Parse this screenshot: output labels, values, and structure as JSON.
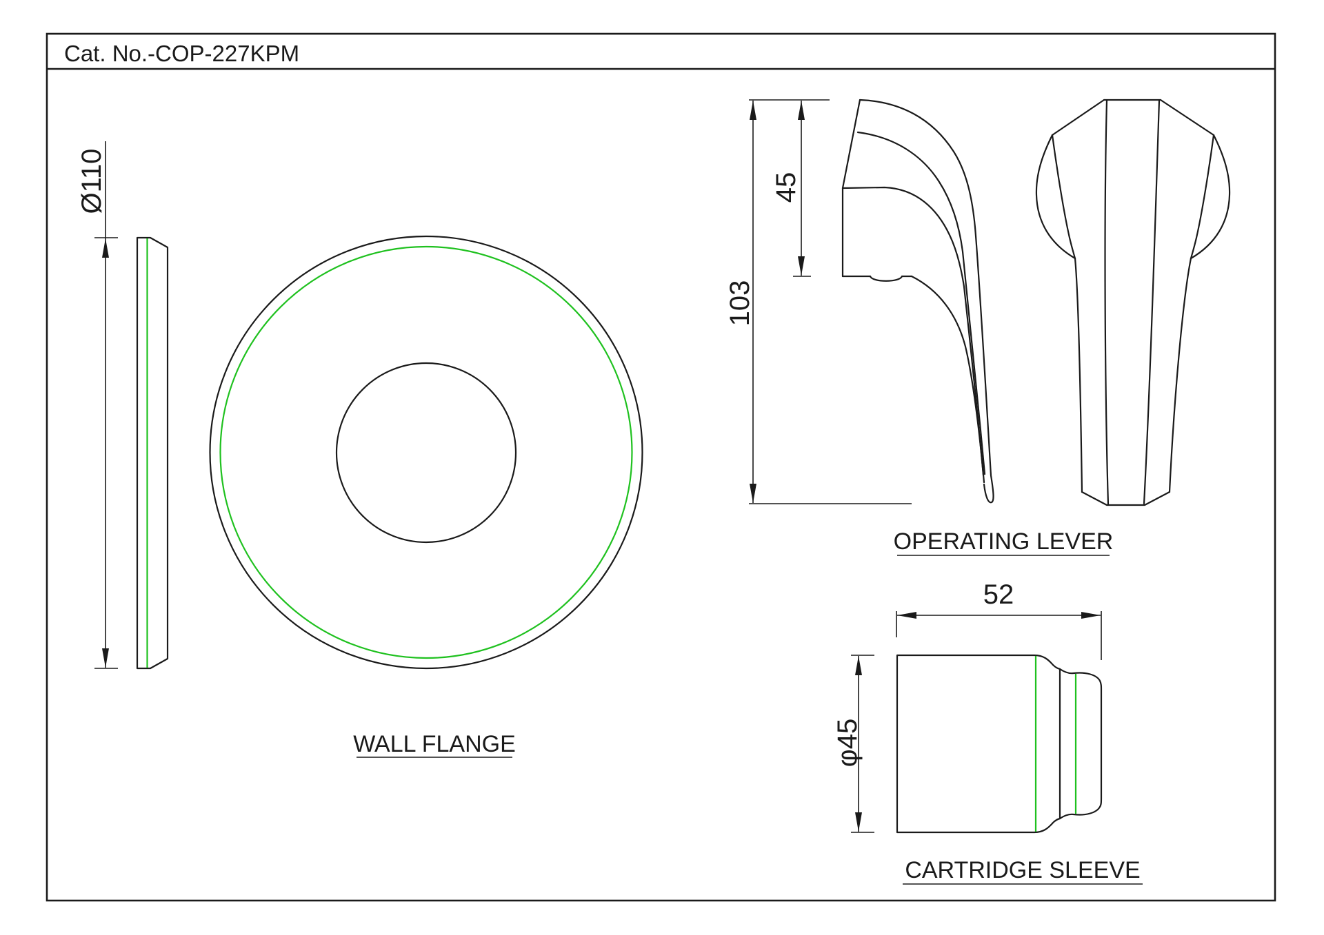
{
  "title": "Cat. No.-COP-227KPM",
  "colors": {
    "line": "#1a1a1a",
    "accent": "#1fc11f",
    "paper": "#ffffff"
  },
  "views": {
    "wall_flange": {
      "label": "WALL FLANGE",
      "dims": {
        "diameter": "Ø110"
      }
    },
    "operating_lever": {
      "label": "OPERATING LEVER",
      "dims": {
        "total_height": "103",
        "hub_height": "45"
      }
    },
    "cartridge_sleeve": {
      "label": "CARTRIDGE SLEEVE",
      "dims": {
        "length": "52",
        "diameter": "φ45"
      }
    }
  }
}
